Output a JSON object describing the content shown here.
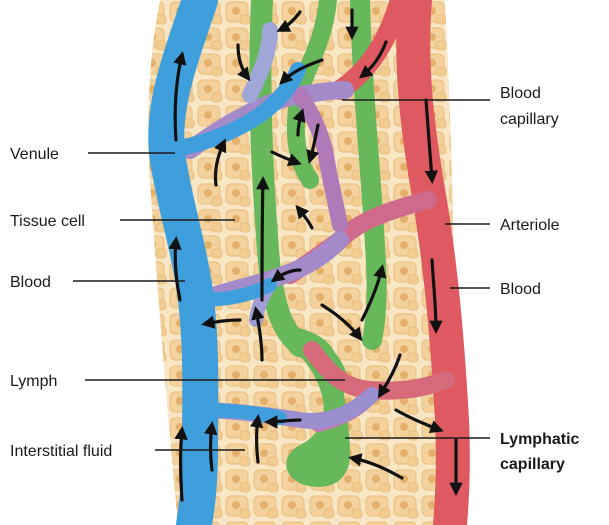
{
  "labels": {
    "venule": "Venule",
    "tissue_cell": "Tissue cell",
    "blood_left": "Blood",
    "lymph": "Lymph",
    "interstitial_fluid": "Interstitial fluid",
    "blood_capillary_1": "Blood",
    "blood_capillary_2": "capillary",
    "arteriole": "Arteriole",
    "blood_right": "Blood",
    "lymphatic_capillary_1": "Lymphatic",
    "lymphatic_capillary_2": "capillary"
  },
  "colors": {
    "venule": "#3f9fdd",
    "arteriole": "#df5a60",
    "lymphatic": "#67b85a",
    "capillary_mix": "#a48ac8",
    "tissue_fill": "#f6ddb2",
    "cell_fill": "#efc88a",
    "cell_nucleus": "#e2ad63"
  }
}
